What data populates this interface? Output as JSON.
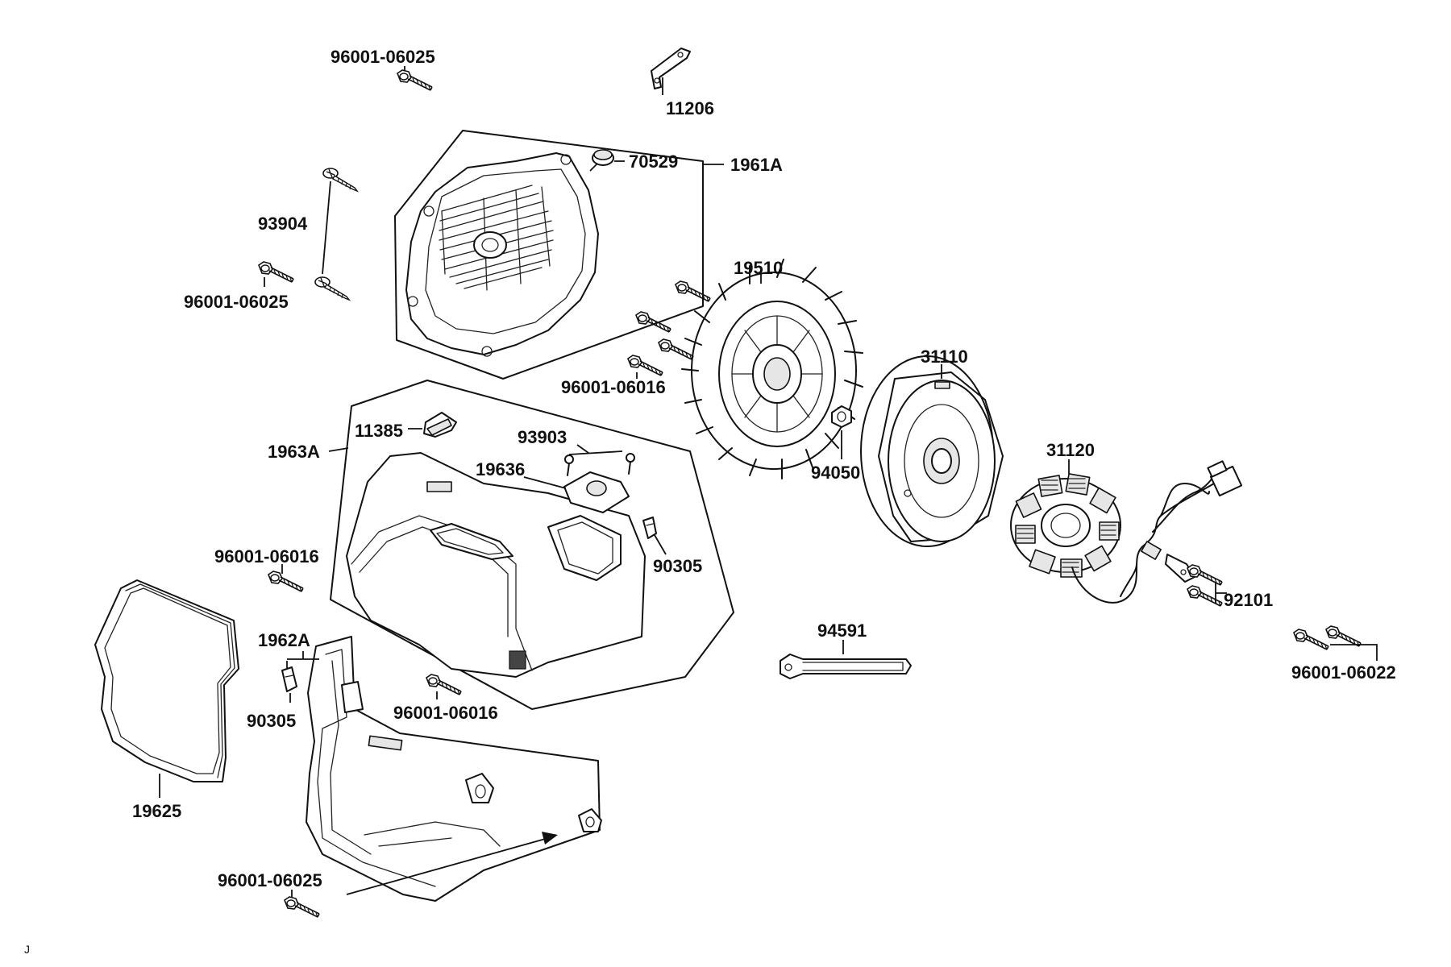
{
  "parts": {
    "p_96001_06025_top": "96001-06025",
    "p_11206": "11206",
    "p_70529": "70529",
    "p_1961A": "1961A",
    "p_93904": "93904",
    "p_96001_06025_left": "96001-06025",
    "p_19510": "19510",
    "p_96001_06016_fan": "96001-06016",
    "p_31110": "31110",
    "p_11385": "11385",
    "p_93903": "93903",
    "p_1963A": "1963A",
    "p_19636": "19636",
    "p_94050": "94050",
    "p_31120": "31120",
    "p_96001_06016_left": "96001-06016",
    "p_90305_right": "90305",
    "p_92101": "92101",
    "p_94591": "94591",
    "p_96001_06022": "96001-06022",
    "p_1962A": "1962A",
    "p_96001_06016_bottom": "96001-06016",
    "p_90305_left": "90305",
    "p_19625": "19625",
    "p_96001_06025_bottom": "96001-06025"
  },
  "footer_mark": "J"
}
